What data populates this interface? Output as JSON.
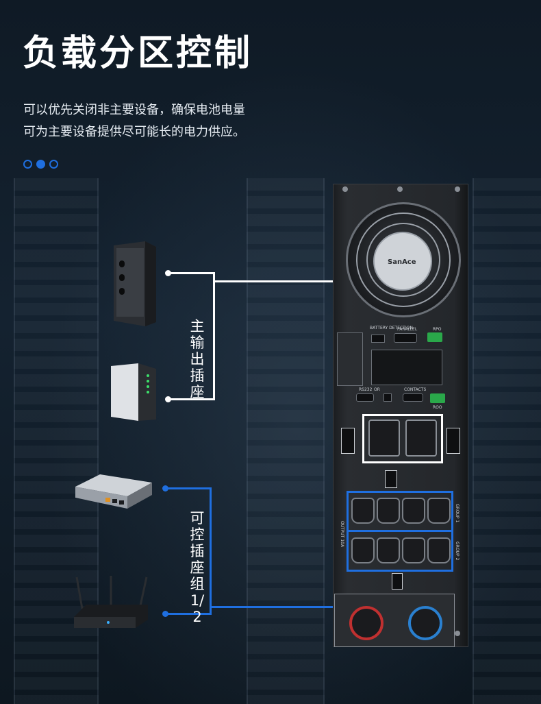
{
  "header": {
    "title": "负载分区控制",
    "desc_line1": "可以优先关闭非主要设备，确保电池电量",
    "desc_line2": "可为主要设备提供尽可能长的电力供应。"
  },
  "pagination": {
    "count": 3,
    "active_index": 1
  },
  "labels": {
    "main_outlet": "主输出插座",
    "controllable_group": "可控插座组1/2"
  },
  "ups_panel": {
    "battery_detection": "BATTERY DETECTION",
    "parallel": "PARALLEL",
    "rpo_top": "RPO",
    "rs232": "RS232",
    "or": "OR",
    "contacts": "CONTACTS",
    "roo": "ROO",
    "group1": "GROUP 1",
    "group2": "GROUP 2",
    "output": "OUTPUT 10A",
    "fan_brand": "SanAce"
  },
  "colors": {
    "accent_blue": "#1f6fe0",
    "main_line": "#ffffff",
    "background": "#0c141d"
  },
  "icons": {
    "tower_server": "tower-server-icon",
    "nas": "nas-icon",
    "network_switch": "network-switch-icon",
    "router": "router-icon"
  }
}
